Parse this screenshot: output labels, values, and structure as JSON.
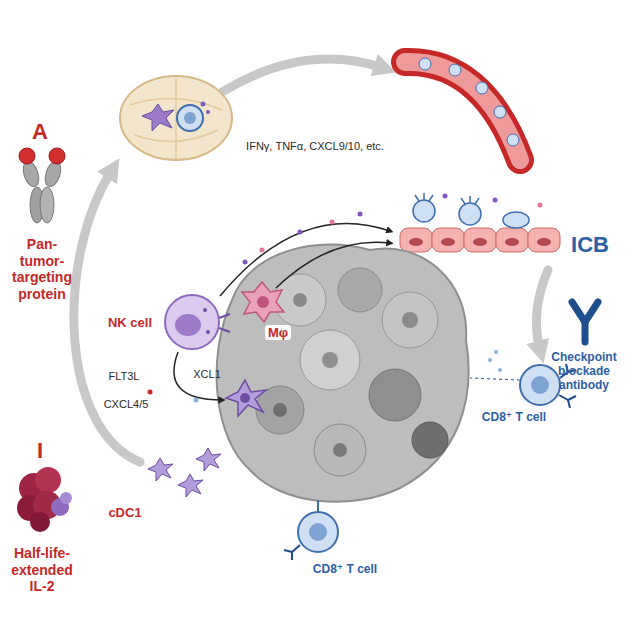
{
  "diagram": {
    "labels": [
      "A",
      "Pan-tumor-targeting protein",
      "IFNγ, TNFα, CXCL9/10, etc.",
      "ICB",
      "NK cell",
      "Mφ",
      "FLT3L",
      "XCL1",
      "CXCL4/5",
      "Checkpoint blockade antibody",
      "CD8⁺ T cell",
      "I",
      "cDC1",
      "Half-life-extended IL-2",
      "CD8⁺ T cell"
    ]
  }
}
